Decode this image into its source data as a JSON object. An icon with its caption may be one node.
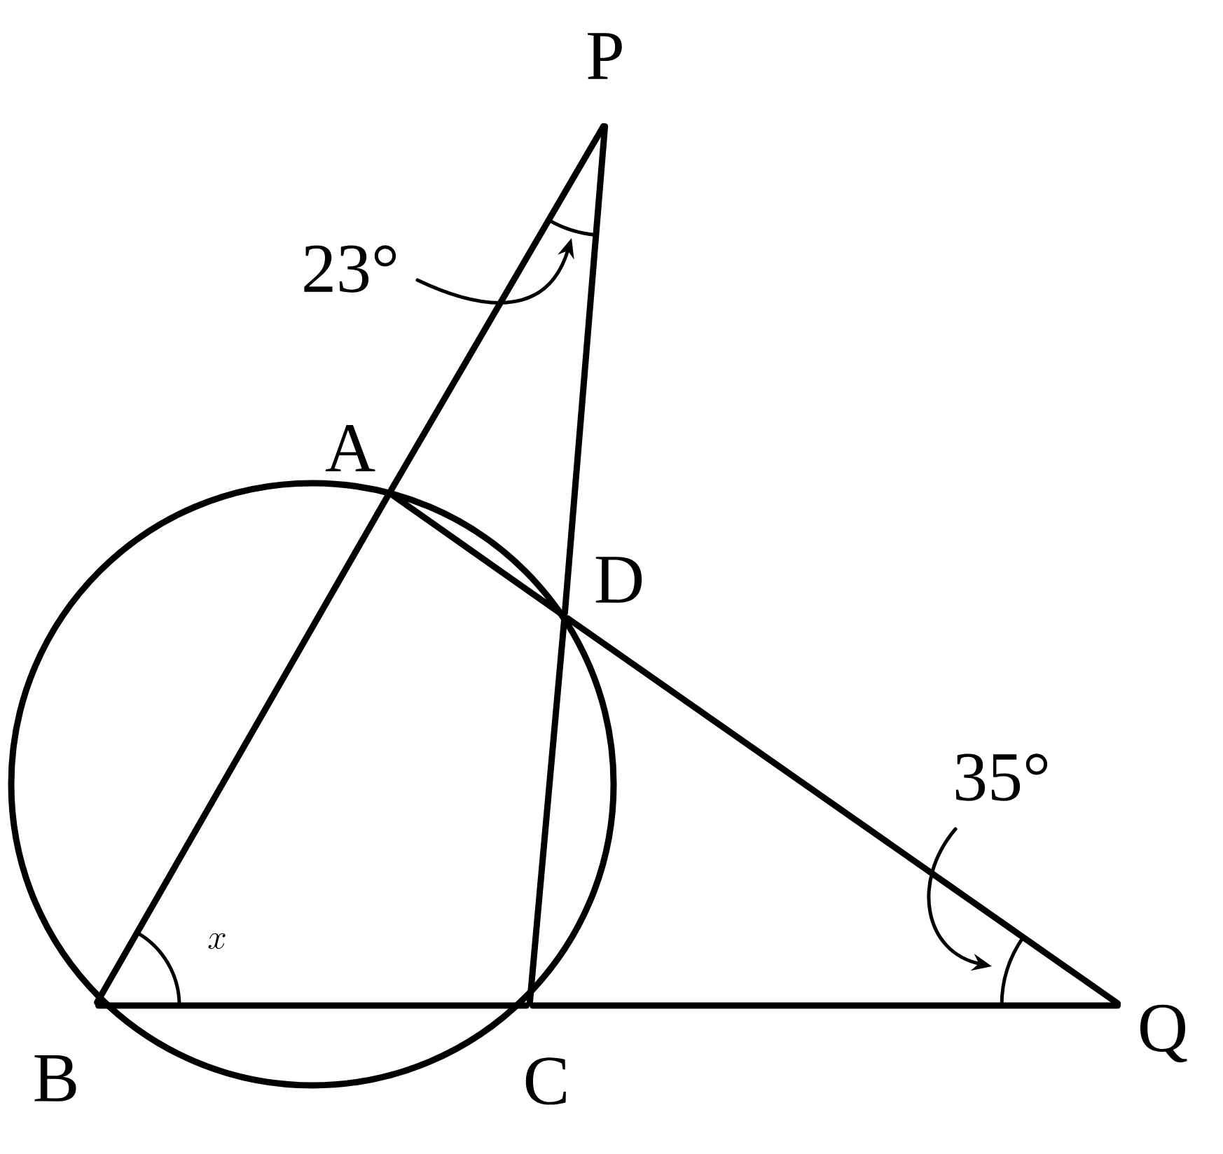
{
  "diagram": {
    "nodes": [
      {
        "text": [
          "P"
        ]
      },
      {
        "text": [
          "A"
        ]
      },
      {
        "text": [
          "D"
        ]
      },
      {
        "text": [
          "B"
        ]
      },
      {
        "text": [
          "C"
        ]
      },
      {
        "text": [
          "Q"
        ]
      }
    ],
    "edges": [
      {
        "from": 0,
        "to": 1,
        "arrow": "none"
      },
      {
        "from": 1,
        "to": 3,
        "arrow": "none"
      },
      {
        "from": 0,
        "to": 2,
        "arrow": "none"
      },
      {
        "from": 2,
        "to": 4,
        "arrow": "none"
      },
      {
        "from": 1,
        "to": 2,
        "arrow": "none"
      },
      {
        "from": 2,
        "to": 5,
        "arrow": "none"
      },
      {
        "from": 3,
        "to": 4,
        "arrow": "none"
      },
      {
        "from": 4,
        "to": 5,
        "arrow": "none"
      }
    ],
    "labels": [
      "23°",
      "35°",
      "x"
    ]
  }
}
